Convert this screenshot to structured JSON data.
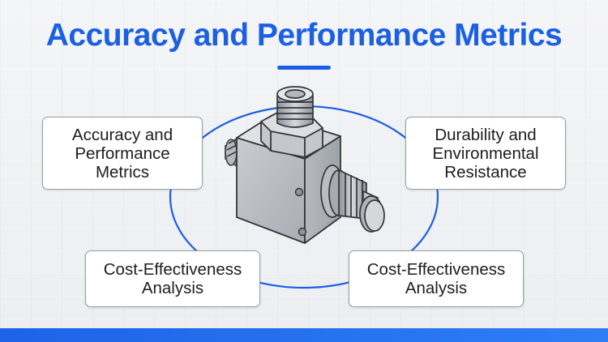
{
  "slide": {
    "title": "Accuracy and Performance Metrics",
    "accent_color": "#1b5fe3"
  },
  "cards": {
    "top_left": "Accuracy and\nPerformance\nMetrics",
    "top_right": "Durability and\nEnvironmental\nResistance",
    "bottom_left": "Cost-Effectiveness\nAnalysis",
    "bottom_right": "Cost-Effectiveness\nAnalysis"
  },
  "illustration": {
    "icon": "pipe-tee-fitting-icon"
  }
}
